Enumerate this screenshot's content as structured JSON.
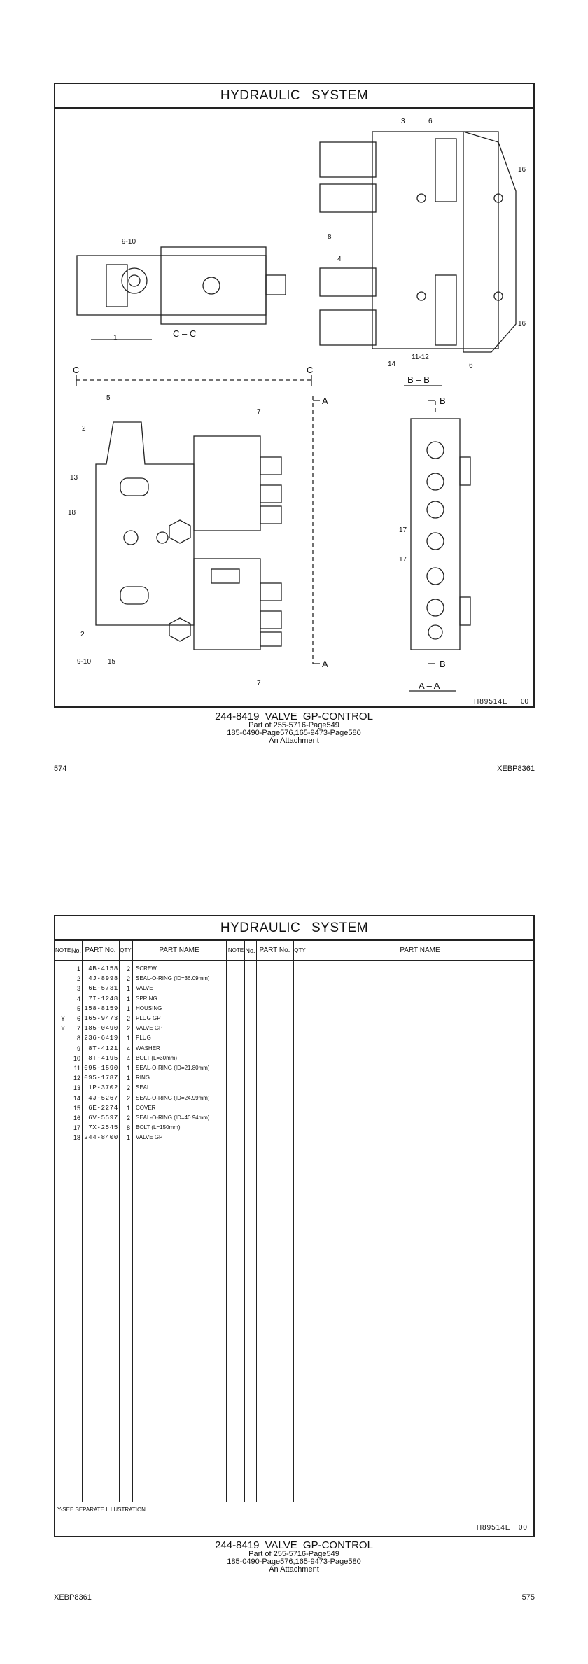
{
  "page1": {
    "title": "HYDRAULIC  SYSTEM",
    "labels": {
      "l_9_10_a": "9-10",
      "l_1": "1",
      "view_cc": "C – C",
      "l_3": "3",
      "l_6_a": "6",
      "l_16_a": "16",
      "l_8": "8",
      "l_4": "4",
      "l_14": "14",
      "l_11_12": "11-12",
      "l_6_b": "6",
      "l_16_b": "16",
      "view_bb": "B – B",
      "sec_c_left": "C",
      "sec_c_right": "C",
      "sec_a_top": "A",
      "sec_a_bottom": "A",
      "l_5": "5",
      "l_7_a": "7",
      "l_2_a": "2",
      "l_13": "13",
      "l_18": "18",
      "l_2_b": "2",
      "l_9_10_b": "9-10",
      "l_15": "15",
      "l_7_b": "7",
      "sec_b_top": "B",
      "sec_b_bottom": "B",
      "l_17_a": "17",
      "l_17_b": "17",
      "view_aa": "A – A"
    },
    "illustration_ref": "H89514E",
    "illustration_rev": "00",
    "caption": {
      "main": "244-8419  VALVE  GP-CONTROL",
      "line2": "Part of 255-5716-Page549",
      "line3": "185-0490-Page576,165-9473-Page580",
      "line4": "An Attachment"
    },
    "page_number": "574",
    "doc_id": "XEBP8361"
  },
  "page2": {
    "title": "HYDRAULIC  SYSTEM",
    "headers": {
      "note": "NOTE",
      "no": "No.",
      "part_no": "PART No.",
      "qty": "QTY",
      "part_name": "PART NAME"
    },
    "parts": [
      {
        "note": "",
        "no": "1",
        "part_no": "4B-4158",
        "qty": "2",
        "name": "SCREW"
      },
      {
        "note": "",
        "no": "2",
        "part_no": "4J-8998",
        "qty": "2",
        "name": "SEAL-O-RING (ID=36.09mm)"
      },
      {
        "note": "",
        "no": "3",
        "part_no": "6E-5731",
        "qty": "1",
        "name": "VALVE"
      },
      {
        "note": "",
        "no": "4",
        "part_no": "7I-1248",
        "qty": "1",
        "name": "SPRING"
      },
      {
        "note": "",
        "no": "5",
        "part_no": "158-8159",
        "qty": "1",
        "name": "HOUSING"
      },
      {
        "note": "Y",
        "no": "6",
        "part_no": "165-9473",
        "qty": "2",
        "name": "PLUG GP"
      },
      {
        "note": "Y",
        "no": "7",
        "part_no": "185-0490",
        "qty": "2",
        "name": "VALVE GP"
      },
      {
        "note": "",
        "no": "8",
        "part_no": "236-6419",
        "qty": "1",
        "name": "PLUG"
      },
      {
        "note": "",
        "no": "9",
        "part_no": "8T-4121",
        "qty": "4",
        "name": "WASHER"
      },
      {
        "note": "",
        "no": "10",
        "part_no": "8T-4195",
        "qty": "4",
        "name": "BOLT (L=30mm)"
      },
      {
        "note": "",
        "no": "11",
        "part_no": "095-1590",
        "qty": "1",
        "name": "SEAL-O-RING (ID=21.80mm)"
      },
      {
        "note": "",
        "no": "12",
        "part_no": "095-1787",
        "qty": "1",
        "name": "RING"
      },
      {
        "note": "",
        "no": "13",
        "part_no": "1P-3702",
        "qty": "2",
        "name": "SEAL"
      },
      {
        "note": "",
        "no": "14",
        "part_no": "4J-5267",
        "qty": "2",
        "name": "SEAL-O-RING (ID=24.99mm)"
      },
      {
        "note": "",
        "no": "15",
        "part_no": "6E-2274",
        "qty": "1",
        "name": "COVER"
      },
      {
        "note": "",
        "no": "16",
        "part_no": "6V-5597",
        "qty": "2",
        "name": "SEAL-O-RING (ID=40.94mm)"
      },
      {
        "note": "",
        "no": "17",
        "part_no": "7X-2545",
        "qty": "8",
        "name": "BOLT (L=150mm)"
      },
      {
        "note": "",
        "no": "18",
        "part_no": "244-8400",
        "qty": "1",
        "name": "VALVE GP"
      }
    ],
    "footnote": "Y-SEE SEPARATE ILLUSTRATION",
    "illustration_ref": "H89514E",
    "illustration_rev": "00",
    "caption": {
      "main": "244-8419  VALVE  GP-CONTROL",
      "line2": "Part of 255-5716-Page549",
      "line3": "185-0490-Page576,165-9473-Page580",
      "line4": "An Attachment"
    },
    "page_number": "575",
    "doc_id": "XEBP8361"
  }
}
